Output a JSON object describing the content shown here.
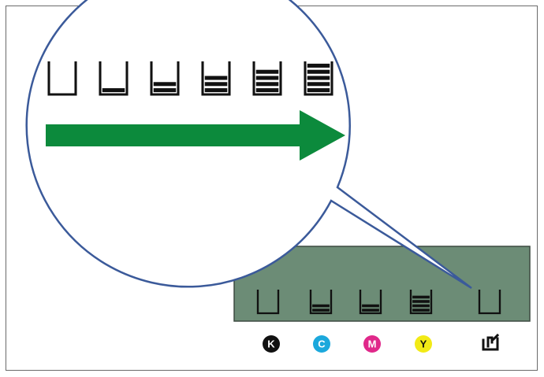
{
  "colors": {
    "panel": "#6c8c76",
    "panel_border": "#3d4a40",
    "arrow": "#0c8a3c",
    "magnifier_outline": "#3b5a9a",
    "black_ink": "#111111",
    "cyan_ink": "#1ba8dc",
    "magenta_ink": "#e0288a",
    "yellow_ink": "#f2ea16"
  },
  "magnified_levels": [
    0,
    1,
    2,
    3,
    4,
    5
  ],
  "panel_gauges": [
    {
      "name": "black",
      "level": 0
    },
    {
      "name": "cyan",
      "level": 2
    },
    {
      "name": "magenta",
      "level": 2
    },
    {
      "name": "yellow",
      "level": 4
    },
    {
      "name": "maintenance-box",
      "level": 0
    }
  ],
  "ink_labels": [
    {
      "letter": "K",
      "color_key": "black_ink",
      "text_color": "#ffffff"
    },
    {
      "letter": "C",
      "color_key": "cyan_ink",
      "text_color": "#ffffff"
    },
    {
      "letter": "M",
      "color_key": "magenta_ink",
      "text_color": "#ffffff"
    },
    {
      "letter": "Y",
      "color_key": "yellow_ink",
      "text_color": "#111111"
    }
  ],
  "maintenance_icon": "maintenance-box-icon"
}
